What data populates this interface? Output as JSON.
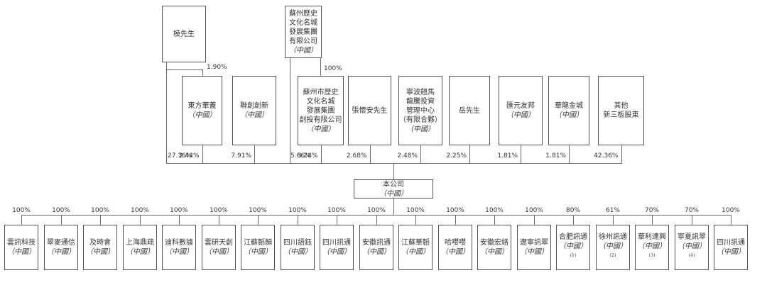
{
  "top_shareholders": [
    {
      "id": "mo",
      "lines": [
        "模先生"
      ]
    },
    {
      "id": "suzhou-group",
      "lines": [
        "蘇州歷史",
        "文化名城",
        "發展集團",
        "有限公司"
      ],
      "sub": "（中國）"
    }
  ],
  "mid_shareholders": [
    {
      "id": "dongfang",
      "lines": [
        "東方華蓋"
      ],
      "sub": "（中國）",
      "pct": "2.44%"
    },
    {
      "id": "lianchuang",
      "lines": [
        "聯創創新"
      ],
      "sub": "（中國）",
      "pct": "7.91%"
    },
    {
      "id": "suzhou-invest",
      "lines": [
        "蘇州市歷史",
        "文化名城",
        "發展集團",
        "創投有限公司"
      ],
      "sub": "（中國）",
      "pct": "3.24%"
    },
    {
      "id": "zhang",
      "lines": [
        "張懷安先生"
      ],
      "pct": "2.68%"
    },
    {
      "id": "ningbo",
      "lines": [
        "寧波翹馬",
        "龍騰投資",
        "管理中心",
        "（有限合夥）"
      ],
      "sub": "（中國）",
      "pct": "2.48%"
    },
    {
      "id": "yue",
      "lines": [
        "岳先生"
      ],
      "pct": "2.25%"
    },
    {
      "id": "huiyuan",
      "lines": [
        "匯元友邦"
      ],
      "sub": "（中國）",
      "pct": "1.81%"
    },
    {
      "id": "hualong",
      "lines": [
        "華龍金城"
      ],
      "sub": "（中國）",
      "pct": "1.81%"
    },
    {
      "id": "others",
      "lines": [
        "其他",
        "新三板股東"
      ],
      "pct": "42.36%"
    }
  ],
  "labels": {
    "mo_to_dongfang": "1.90%",
    "group_to_invest": "100%",
    "mo_direct": "27.36%",
    "group_direct": "5.66%"
  },
  "company": {
    "lines": [
      "本公司"
    ],
    "sub": "（中國）"
  },
  "subsidiaries": [
    {
      "name": "雲訊科技",
      "sub": "（中國）",
      "pct": "100%"
    },
    {
      "name": "翠麥通信",
      "sub": "（中國）",
      "pct": "100%"
    },
    {
      "name": "及時會",
      "sub": "（中國）",
      "pct": "100%"
    },
    {
      "name": "上海鼎疏",
      "sub": "（中國）",
      "pct": "100%"
    },
    {
      "name": "迪科數據",
      "sub": "（中國）",
      "pct": "100%"
    },
    {
      "name": "雲研天創",
      "sub": "（中國）",
      "pct": "100%"
    },
    {
      "name": "江蘇韜顏",
      "sub": "（中國）",
      "pct": "100%"
    },
    {
      "name": "四川語鈺",
      "sub": "（中國）",
      "pct": "100%"
    },
    {
      "name": "四川訊通",
      "sub": "（中國）",
      "pct": "100%"
    },
    {
      "name": "安徽訊通",
      "sub": "（中國）",
      "pct": "100%"
    },
    {
      "name": "江蘇華韜",
      "sub": "（中國）",
      "pct": "100%"
    },
    {
      "name": "哈嚶嚶",
      "sub": "（中國）",
      "pct": "100%"
    },
    {
      "name": "安徽宏絡",
      "sub": "（中國）",
      "pct": "100%"
    },
    {
      "name": "遼寧訊翠",
      "sub": "（中國）",
      "pct": "100%"
    },
    {
      "name": "合肥訊通",
      "sub": "（中國）",
      "note": "(1)",
      "pct": "80%"
    },
    {
      "name": "徐州訊通",
      "sub": "（中國）",
      "note": "(2)",
      "pct": "61%"
    },
    {
      "name": "華利達興",
      "sub": "（中國）",
      "note": "(3)",
      "pct": "70%"
    },
    {
      "name": "寧夏訊翠",
      "sub": "（中國）",
      "note": "(4)",
      "pct": "70%"
    },
    {
      "name": "四川訊通",
      "sub": "（中國）",
      "pct": "100%"
    }
  ]
}
